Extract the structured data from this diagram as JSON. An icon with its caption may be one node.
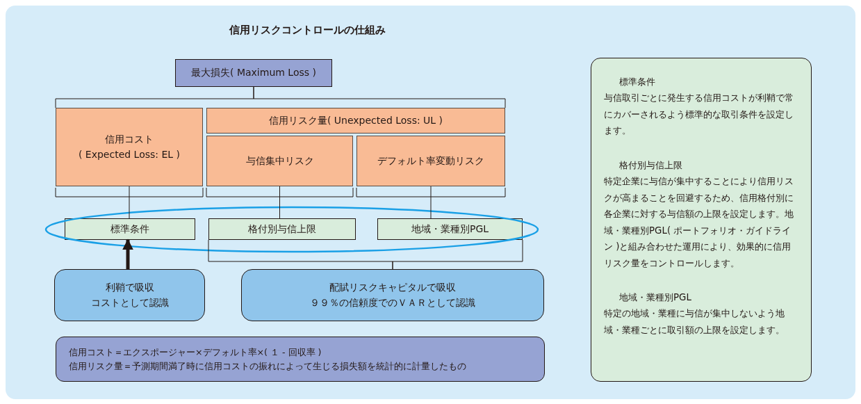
{
  "diagram": {
    "title": "信用リスクコントロールの仕組み",
    "nodes": [
      {
        "text": [
          "最大損失( Maximum Loss )"
        ]
      },
      {
        "text": [
          "信用コスト",
          "( Expected Loss: EL )"
        ]
      },
      {
        "text": [
          "信用リスク量( Unexpected Loss: UL )"
        ]
      },
      {
        "text": [
          "与信集中リスク"
        ]
      },
      {
        "text": [
          "デフォルト率変動リスク"
        ]
      },
      {
        "text": [
          "標準条件"
        ]
      },
      {
        "text": [
          "格付別与信上限"
        ]
      },
      {
        "text": [
          "地域・業種別PGL"
        ]
      },
      {
        "text": [
          "利鞘で吸収",
          "コストとして認識"
        ]
      },
      {
        "text": [
          "配賦リスクキャピタルで吸収",
          "９９％の信頼度でのＶＡＲとして認識"
        ]
      },
      {
        "text": [
          "信用コスト＝エクスポージャー×デフォルト率×( １ - 回収率 )",
          "信用リスク量＝予測期間満了時に信用コストの振れによって生じる損失額を統計的に計量したもの"
        ]
      },
      {
        "text": [
          "標準条件",
          "与信取引ごとに発生する信用コストが利鞘で常にカバーされるよう標準的な取引条件を設定します。",
          "格付別与信上限",
          "特定企業に与信が集中することにより信用リスクが高まることを回避するため、信用格付別に各企業に対する与信額の上限を設定します。地域・業種別PGL( ポートフォリオ・ガイドライン )と組み合わせた運用により、効果的に信用リスク量をコントロールします。",
          "地域・業種別PGL",
          "特定の地域・業種に与信が集中しないよう地域・業種ごとに取引額の上限を設定します。"
        ]
      }
    ],
    "edges": [
      {
        "from": 0,
        "to": 1,
        "arrow": "none"
      },
      {
        "from": 0,
        "to": 2,
        "arrow": "none"
      },
      {
        "from": 1,
        "to": 5,
        "arrow": "none"
      },
      {
        "from": 3,
        "to": 6,
        "arrow": "none"
      },
      {
        "from": 4,
        "to": 7,
        "arrow": "none"
      },
      {
        "from": 6,
        "to": 9,
        "arrow": "none"
      },
      {
        "from": 7,
        "to": 9,
        "arrow": "none"
      },
      {
        "from": 8,
        "to": 5,
        "arrow": "to",
        "style": "thick"
      }
    ]
  }
}
